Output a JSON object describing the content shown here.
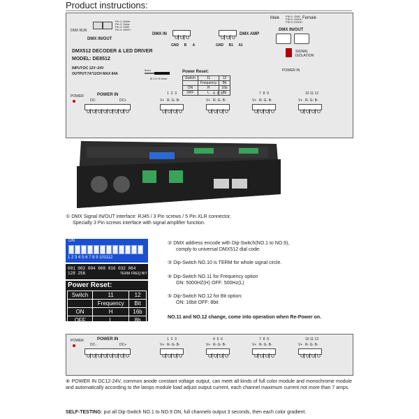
{
  "header": {
    "title": "Product instructions:"
  },
  "diagram_top": {
    "dmx_run": "DMX RUN",
    "rj45_pin_labels": [
      "Pin 1: Data+",
      "Pin 2: Data-",
      "Pin 3: GND",
      "Pin 4: DMX+"
    ],
    "dmx_in_out_left": "DMX IN/OUT",
    "dmx_in": "DMX IN",
    "dmx_amp": "DMX AMP",
    "terminal_in": [
      "GND",
      "B",
      "A"
    ],
    "terminal_amp": [
      "GND",
      "B1",
      "A1"
    ],
    "male": "Male",
    "female": "Female",
    "xlr_pin_labels": [
      "PIN 1: GND",
      "PIN 2: DATA-",
      "PIN 3: DATA+"
    ],
    "dmx_in_out_right": "DMX IN/OUT",
    "signal_isolation": "SIGNAL\nISOLATION",
    "power_in_label": "POWER IN",
    "product_name": "DMX512 DECODER & LED DRIVER",
    "model": "MODEL: DE8512",
    "input": "INPUT:DC 12V~24V",
    "output": "OUTPUT:7A*12CH MAX 84A",
    "wire_strip": "6mm",
    "wire_dia": "Ø 2.5~8.0mm",
    "power_reset_title": "Power Reset:",
    "small_reset_table": [
      [
        "Switch",
        "11",
        "12"
      ],
      [
        "",
        "Frequency",
        "Bit"
      ],
      [
        "ON",
        "H",
        "16b"
      ],
      [
        "OFF",
        "L",
        "8b"
      ]
    ],
    "power": "POWER",
    "power_in_bottom": "POWER IN",
    "dc_minus": "DC-",
    "dc_plus": "DC+",
    "vplus": "V+",
    "channel_groups": [
      {
        "nums": [
          "1",
          "2",
          "3"
        ],
        "rgb": [
          "R-",
          "G-",
          "B-"
        ]
      },
      {
        "nums": [
          "4",
          "5",
          "6"
        ],
        "rgb": [
          "R-",
          "G-",
          "B-"
        ]
      },
      {
        "nums": [
          "7",
          "8",
          "9"
        ],
        "rgb": [
          "R-",
          "G-",
          "B-"
        ]
      },
      {
        "nums": [
          "10",
          "11",
          "12"
        ],
        "rgb": [
          "R-",
          "G-",
          "B-"
        ]
      }
    ]
  },
  "section1": {
    "marker": "①",
    "text1": "DMX Signal IN/OUT interface: RJ45 / 3 Pin screws / 5 Pin XLR connector.",
    "text2": "Specially 3 Pin screws interface with signal amplifier function."
  },
  "dip_panel": {
    "on_label": "ON",
    "numbers": [
      "1",
      "2",
      "3",
      "4",
      "5",
      "6",
      "7",
      "8",
      "9",
      "10",
      "11",
      "12"
    ],
    "values": [
      "001",
      "002",
      "004",
      "008",
      "016",
      "032",
      "064",
      "128",
      "256"
    ],
    "extra_labels": [
      "TERM",
      "FREQ",
      "BIT"
    ],
    "power_reset_title": "Power Reset:",
    "table": [
      [
        "Switch",
        "11",
        "12"
      ],
      [
        "",
        "Frequency",
        "Bit"
      ],
      [
        "ON",
        "H",
        "16b"
      ],
      [
        "OFF",
        "L",
        "8b"
      ]
    ]
  },
  "items": [
    {
      "marker": "②",
      "line1": "DMX address encode with Dip-Switch(NO.1 to NO.9),",
      "line2": "comply to universal DMX512 dial code."
    },
    {
      "marker": "③",
      "line1": "Dip-Switch NO.10 is TERM for whole signal circle.",
      "line2": ""
    },
    {
      "marker": "④",
      "line1": "Dip-Switch NO.11 for Frequency option",
      "line2": "ON: 5000HZ(H)   OFF: 500Hz(L)"
    },
    {
      "marker": "⑤",
      "line1": "Dip-Switch NO.12 for Bit option:",
      "line2": "ON: 16bit   OFF: 8bit"
    }
  ],
  "note": "NO.11 and NO.12 change, come into operation when Re-Power on.",
  "diagram_bottom": {
    "power": "POWER",
    "power_in": "POWER IN",
    "dc_minus": "DC-",
    "dc_plus": "DC+"
  },
  "section6": {
    "marker": "⑥",
    "text": "POWER IN DC12-24V, common anode constant voltage output, can meet all kinds of full color module and monochrome module and automatically according to the lamps module load adjust output current, each channel maximum current not more than 7 amps."
  },
  "self_testing": {
    "label": "SELF-TESTING",
    "text": ": put all Dip-Switch NO.1 to NO.9 ON, full channels output 3 seconds, then each color gradient."
  }
}
